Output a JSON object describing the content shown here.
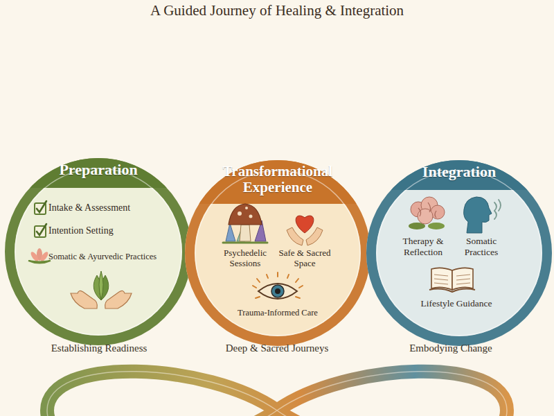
{
  "diagram": {
    "title": "A Guided Journey of Healing & Integration",
    "nodes": [
      {
        "text": [
          "Preparation",
          "Intake & Assessment",
          "Intention Setting",
          "Somatic & Ayurvedic Practices"
        ]
      },
      {
        "text": [
          "Transformational Experience",
          "Psychedelic Sessions",
          "Safe & Sacred Space",
          "Trauma-Informed Care"
        ]
      },
      {
        "text": [
          "Integration",
          "Therapy & Reflection",
          "Somatic Practices",
          "Lifestyle Guidance"
        ]
      }
    ],
    "labels": [
      "Establishing Readiness",
      "Deep & Sacred Journeys",
      "Embodying Change"
    ]
  }
}
